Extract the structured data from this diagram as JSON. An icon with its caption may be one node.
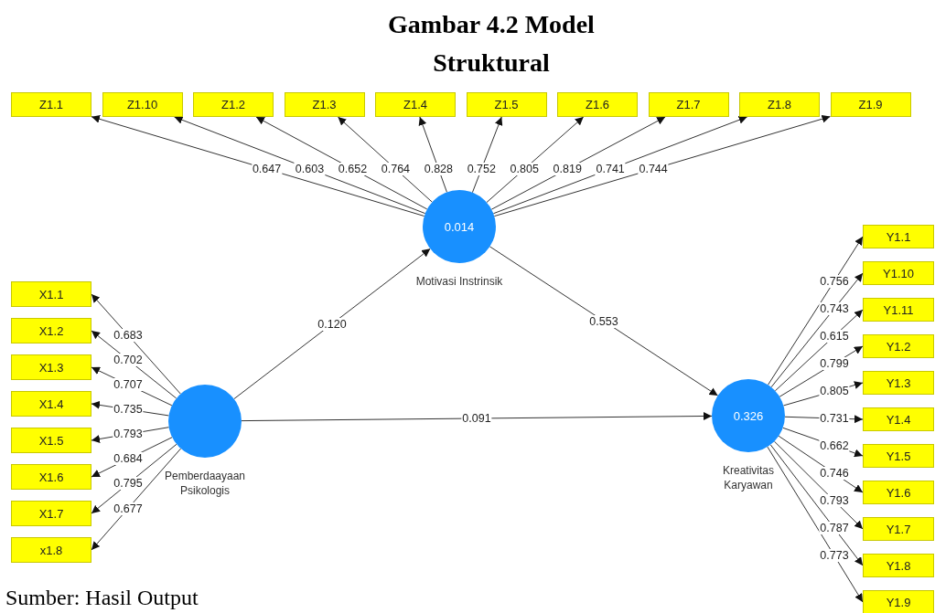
{
  "diagram": {
    "title": "Gambar 4.2 Model Struktural",
    "caption": "Sumber: Hasil Output",
    "nodes": [
      {
        "text": [
          "Z1.1"
        ]
      },
      {
        "text": [
          "Z1.10"
        ]
      },
      {
        "text": [
          "Z1.2"
        ]
      },
      {
        "text": [
          "Z1.3"
        ]
      },
      {
        "text": [
          "Z1.4"
        ]
      },
      {
        "text": [
          "Z1.5"
        ]
      },
      {
        "text": [
          "Z1.6"
        ]
      },
      {
        "text": [
          "Z1.7"
        ]
      },
      {
        "text": [
          "Z1.8"
        ]
      },
      {
        "text": [
          "Z1.9"
        ]
      },
      {
        "text": [
          "0.014"
        ],
        "beside": [
          "Motivasi Instrinsik"
        ]
      },
      {
        "text": [
          "X1.1"
        ]
      },
      {
        "text": [
          "X1.2"
        ]
      },
      {
        "text": [
          "X1.3"
        ]
      },
      {
        "text": [
          "X1.4"
        ]
      },
      {
        "text": [
          "X1.5"
        ]
      },
      {
        "text": [
          "X1.6"
        ]
      },
      {
        "text": [
          "X1.7"
        ]
      },
      {
        "text": [
          "x1.8"
        ]
      },
      {
        "text": [],
        "shape": "circle",
        "beside": [
          "Pemberdaayaan Psikologis"
        ]
      },
      {
        "text": [
          "0.326"
        ],
        "beside": [
          "Kreativitas Karyawan"
        ]
      },
      {
        "text": [
          "Y1.1"
        ]
      },
      {
        "text": [
          "Y1.10"
        ]
      },
      {
        "text": [
          "Y1.11"
        ]
      },
      {
        "text": [
          "Y1.2"
        ]
      },
      {
        "text": [
          "Y1.3"
        ]
      },
      {
        "text": [
          "Y1.4"
        ]
      },
      {
        "text": [
          "Y1.5"
        ]
      },
      {
        "text": [
          "Y1.6"
        ]
      },
      {
        "text": [
          "Y1.7"
        ]
      },
      {
        "text": [
          "Y1.8"
        ]
      },
      {
        "text": [
          "Y1.9"
        ]
      }
    ],
    "edges": [
      {
        "from": 10,
        "to": 0,
        "arrow": "to",
        "label": "0.647"
      },
      {
        "from": 10,
        "to": 1,
        "arrow": "to",
        "label": "0.603"
      },
      {
        "from": 10,
        "to": 2,
        "arrow": "to",
        "label": "0.652"
      },
      {
        "from": 10,
        "to": 3,
        "arrow": "to",
        "label": "0.764"
      },
      {
        "from": 10,
        "to": 4,
        "arrow": "to",
        "label": "0.828"
      },
      {
        "from": 10,
        "to": 5,
        "arrow": "to",
        "label": "0.752"
      },
      {
        "from": 10,
        "to": 6,
        "arrow": "to",
        "label": "0.805"
      },
      {
        "from": 10,
        "to": 7,
        "arrow": "to",
        "label": "0.819"
      },
      {
        "from": 10,
        "to": 8,
        "arrow": "to",
        "label": "0.741"
      },
      {
        "from": 10,
        "to": 9,
        "arrow": "to",
        "label": "0.744"
      },
      {
        "from": 19,
        "to": 11,
        "arrow": "to",
        "label": "0.683"
      },
      {
        "from": 19,
        "to": 12,
        "arrow": "to",
        "label": "0.702"
      },
      {
        "from": 19,
        "to": 13,
        "arrow": "to",
        "label": "0.707"
      },
      {
        "from": 19,
        "to": 14,
        "arrow": "to",
        "label": "0.735"
      },
      {
        "from": 19,
        "to": 15,
        "arrow": "to",
        "label": "0.793"
      },
      {
        "from": 19,
        "to": 16,
        "arrow": "to",
        "label": "0.684"
      },
      {
        "from": 19,
        "to": 17,
        "arrow": "to",
        "label": "0.795"
      },
      {
        "from": 19,
        "to": 18,
        "arrow": "to",
        "label": "0.677"
      },
      {
        "from": 20,
        "to": 21,
        "arrow": "to",
        "label": "0.756"
      },
      {
        "from": 20,
        "to": 22,
        "arrow": "to",
        "label": "0.743"
      },
      {
        "from": 20,
        "to": 23,
        "arrow": "to",
        "label": "0.615"
      },
      {
        "from": 20,
        "to": 24,
        "arrow": "to",
        "label": "0.799"
      },
      {
        "from": 20,
        "to": 25,
        "arrow": "to",
        "label": "0.805"
      },
      {
        "from": 20,
        "to": 26,
        "arrow": "to",
        "label": "0.731"
      },
      {
        "from": 20,
        "to": 27,
        "arrow": "to",
        "label": "0.662"
      },
      {
        "from": 20,
        "to": 28,
        "arrow": "to",
        "label": "0.746"
      },
      {
        "from": 20,
        "to": 29,
        "arrow": "to",
        "label": "0.793"
      },
      {
        "from": 20,
        "to": 30,
        "arrow": "to",
        "label": "0.787"
      },
      {
        "from": 20,
        "to": 31,
        "arrow": "to",
        "label": "0.773"
      },
      {
        "from": 19,
        "to": 10,
        "arrow": "to",
        "label": "0.120"
      },
      {
        "from": 10,
        "to": 20,
        "arrow": "to",
        "label": "0.553"
      },
      {
        "from": 19,
        "to": 20,
        "arrow": "to",
        "label": "0.091"
      }
    ]
  }
}
